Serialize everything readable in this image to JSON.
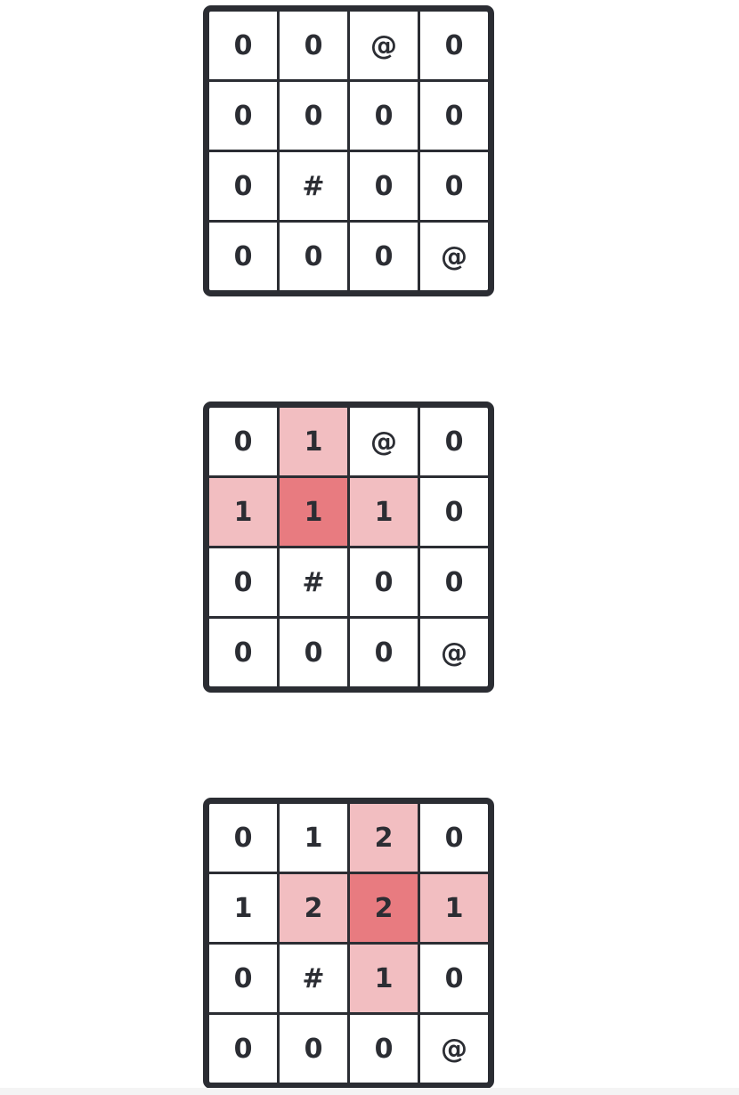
{
  "colors": {
    "border": "#2b2d33",
    "cell": "#ffffff",
    "highlight_light": "#f2bec1",
    "highlight_dark": "#e87b80"
  },
  "grids": [
    {
      "cells": [
        [
          {
            "v": "0",
            "h": ""
          },
          {
            "v": "0",
            "h": ""
          },
          {
            "v": "@",
            "h": ""
          },
          {
            "v": "0",
            "h": ""
          }
        ],
        [
          {
            "v": "0",
            "h": ""
          },
          {
            "v": "0",
            "h": ""
          },
          {
            "v": "0",
            "h": ""
          },
          {
            "v": "0",
            "h": ""
          }
        ],
        [
          {
            "v": "0",
            "h": ""
          },
          {
            "v": "#",
            "h": ""
          },
          {
            "v": "0",
            "h": ""
          },
          {
            "v": "0",
            "h": ""
          }
        ],
        [
          {
            "v": "0",
            "h": ""
          },
          {
            "v": "0",
            "h": ""
          },
          {
            "v": "0",
            "h": ""
          },
          {
            "v": "@",
            "h": ""
          }
        ]
      ]
    },
    {
      "cells": [
        [
          {
            "v": "0",
            "h": ""
          },
          {
            "v": "1",
            "h": "light"
          },
          {
            "v": "@",
            "h": ""
          },
          {
            "v": "0",
            "h": ""
          }
        ],
        [
          {
            "v": "1",
            "h": "light"
          },
          {
            "v": "1",
            "h": "dark"
          },
          {
            "v": "1",
            "h": "light"
          },
          {
            "v": "0",
            "h": ""
          }
        ],
        [
          {
            "v": "0",
            "h": ""
          },
          {
            "v": "#",
            "h": ""
          },
          {
            "v": "0",
            "h": ""
          },
          {
            "v": "0",
            "h": ""
          }
        ],
        [
          {
            "v": "0",
            "h": ""
          },
          {
            "v": "0",
            "h": ""
          },
          {
            "v": "0",
            "h": ""
          },
          {
            "v": "@",
            "h": ""
          }
        ]
      ]
    },
    {
      "cells": [
        [
          {
            "v": "0",
            "h": ""
          },
          {
            "v": "1",
            "h": ""
          },
          {
            "v": "2",
            "h": "light"
          },
          {
            "v": "0",
            "h": ""
          }
        ],
        [
          {
            "v": "1",
            "h": ""
          },
          {
            "v": "2",
            "h": "light"
          },
          {
            "v": "2",
            "h": "dark"
          },
          {
            "v": "1",
            "h": "light"
          }
        ],
        [
          {
            "v": "0",
            "h": ""
          },
          {
            "v": "#",
            "h": ""
          },
          {
            "v": "1",
            "h": "light"
          },
          {
            "v": "0",
            "h": ""
          }
        ],
        [
          {
            "v": "0",
            "h": ""
          },
          {
            "v": "0",
            "h": ""
          },
          {
            "v": "0",
            "h": ""
          },
          {
            "v": "@",
            "h": ""
          }
        ]
      ]
    }
  ]
}
